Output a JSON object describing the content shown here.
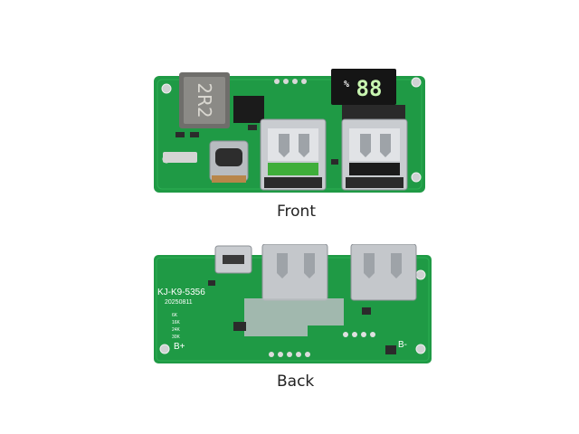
{
  "captions": {
    "front": "Front",
    "back": "Back"
  },
  "front_board": {
    "inductor_marking": "2R2",
    "display_reading": "88",
    "display_unit": "%"
  },
  "back_board": {
    "model": "KJ-K9-5356",
    "date_code": "20250811",
    "silk_labels": [
      "6K",
      "16K",
      "24K",
      "30K"
    ],
    "b_plus": "B+",
    "b_minus": "B-"
  },
  "colors": {
    "pcb_green": "#1f9a45",
    "pcb_dark": "#167a36",
    "metal": "#c8cbcf",
    "display_digits": "#c8f5b0"
  }
}
